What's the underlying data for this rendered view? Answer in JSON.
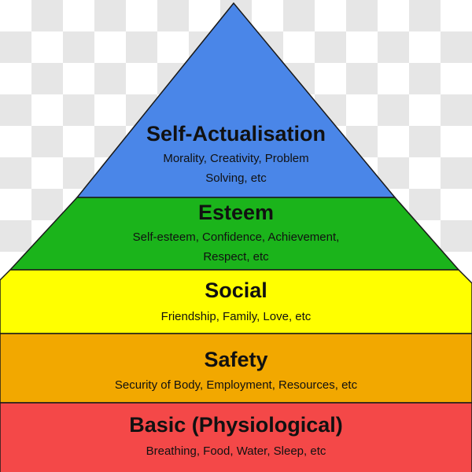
{
  "levels": [
    {
      "key": "self_actualisation",
      "title": "Self-Actualisation",
      "desc": [
        "Morality, Creativity, Problem",
        "Solving, etc"
      ],
      "color": "#4a86e8"
    },
    {
      "key": "esteem",
      "title": "Esteem",
      "desc": [
        "Self-esteem, Confidence, Achievement,",
        "Respect, etc"
      ],
      "color": "#1bb41b"
    },
    {
      "key": "social",
      "title": "Social",
      "desc": [
        "Friendship, Family, Love, etc"
      ],
      "color": "#ffff00"
    },
    {
      "key": "safety",
      "title": "Safety",
      "desc": [
        "Security of Body, Employment, Resources, etc"
      ],
      "color": "#f2a800"
    },
    {
      "key": "basic",
      "title": "Basic (Physiological)",
      "desc": [
        "Breathing, Food, Water, Sleep, etc"
      ],
      "color": "#f44848"
    }
  ]
}
